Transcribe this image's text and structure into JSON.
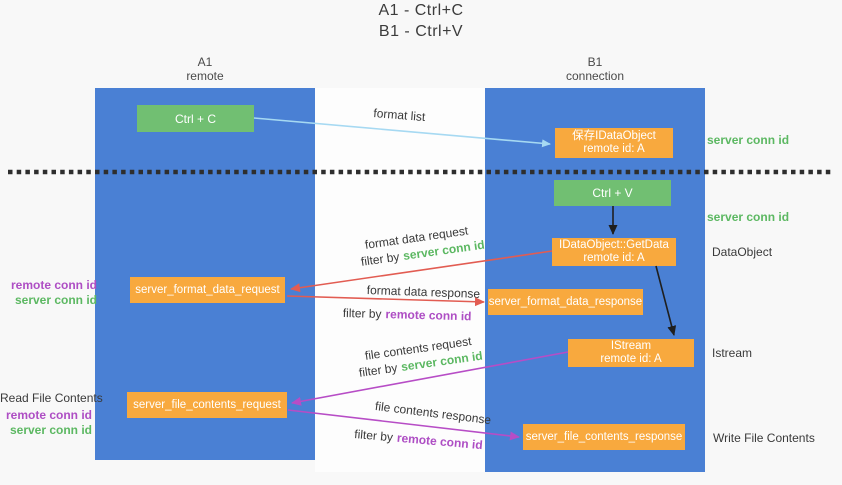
{
  "title": {
    "line1": "A1 - Ctrl+C",
    "line2": "B1 - Ctrl+V"
  },
  "lanes": {
    "a1": {
      "title": "A1",
      "subtitle": "remote"
    },
    "b1": {
      "title": "B1",
      "subtitle": "connection"
    }
  },
  "nodes": {
    "ctrl_c": {
      "label": "Ctrl + C"
    },
    "save_idataobject": {
      "line1": "保存IDataObject",
      "line2": "remote id: A"
    },
    "ctrl_v": {
      "label": "Ctrl + V"
    },
    "getdata": {
      "line1": "IDataObject::GetData",
      "line2": "remote id: A"
    },
    "format_request": {
      "label": "server_format_data_request"
    },
    "format_response": {
      "label": "server_format_data_response"
    },
    "istream": {
      "line1": "IStream",
      "line2": "remote id: A"
    },
    "file_request": {
      "label": "server_file_contents_request"
    },
    "file_response": {
      "label": "server_file_contents_response"
    }
  },
  "edge_labels": {
    "format_list": "format list",
    "format_data_request": "format data request",
    "format_data_response": "format data response",
    "file_contents_request": "file contents request",
    "file_contents_response": "file contents response",
    "filter_by": "filter by",
    "server_conn_id": "server conn id",
    "remote_conn_id": "remote conn id"
  },
  "side_labels": {
    "server_conn_id_top": "server conn id",
    "server_conn_id_mid": "server conn id",
    "dataobject": "DataObject",
    "istream": "Istream",
    "read_file_contents": "Read File Contents",
    "write_file_contents": "Write File Contents",
    "remote_conn_id": "remote conn id",
    "server_conn_id": "server conn id"
  },
  "colors": {
    "lane_blue": "#4a80d4",
    "node_green": "#71bf72",
    "node_orange": "#f8a93e",
    "green_text": "#5cb862",
    "purple_text": "#ae4ec4",
    "red_arrow": "#e25c52",
    "purple_arrow": "#b74dc6",
    "light_blue_arrow": "#a6d9f2",
    "black_arrow": "#1f1f1f"
  }
}
